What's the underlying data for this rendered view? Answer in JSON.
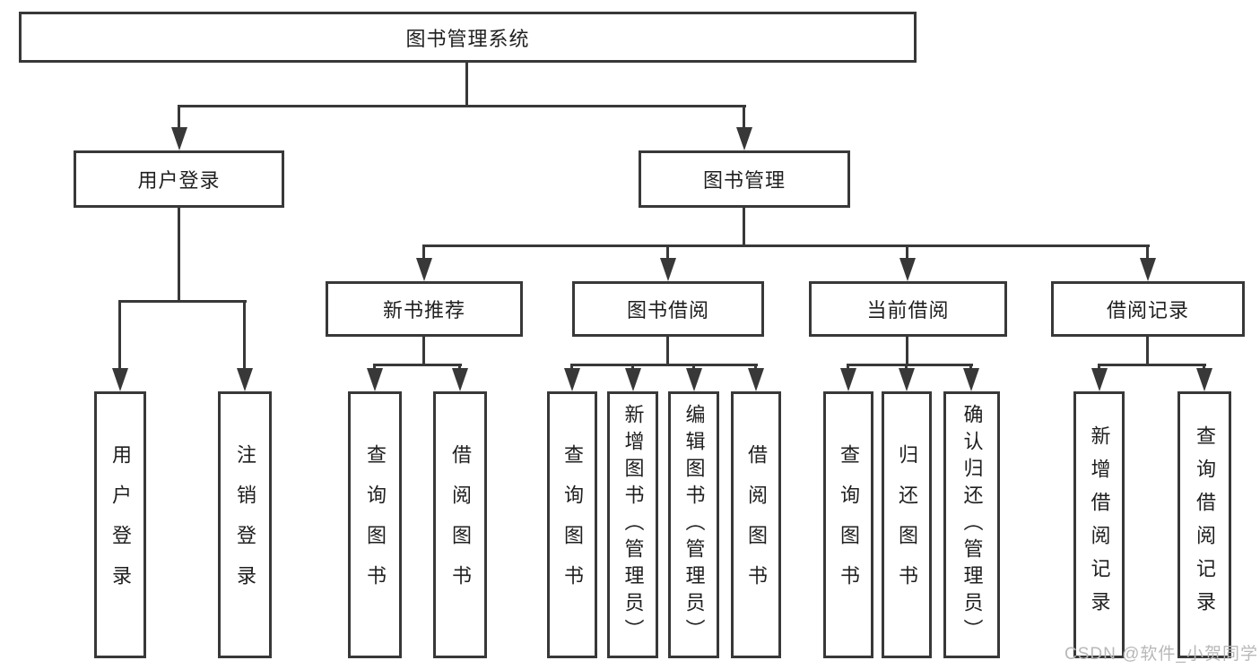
{
  "diagram": {
    "root": {
      "label": "图书管理系统"
    },
    "branches": [
      {
        "label": "用户登录",
        "children": [
          {
            "label": "用户登录"
          },
          {
            "label": "注销登录"
          }
        ]
      },
      {
        "label": "图书管理",
        "children": [
          {
            "label": "新书推荐",
            "children": [
              {
                "label": "查询图书"
              },
              {
                "label": "借阅图书"
              }
            ]
          },
          {
            "label": "图书借阅",
            "children": [
              {
                "label": "查询图书"
              },
              {
                "label": "新增图书（管理员）"
              },
              {
                "label": "编辑图书（管理员）"
              },
              {
                "label": "借阅图书"
              }
            ]
          },
          {
            "label": "当前借阅",
            "children": [
              {
                "label": "查询图书"
              },
              {
                "label": "归还图书"
              },
              {
                "label": "确认归还（管理员）"
              }
            ]
          },
          {
            "label": "借阅记录",
            "children": [
              {
                "label": "新增借阅记录"
              },
              {
                "label": "查询借阅记录"
              }
            ]
          }
        ]
      }
    ]
  },
  "watermark": {
    "text": "CSDN @软件_小贺同学"
  },
  "colors": {
    "line": "#383838",
    "text": "#1f1f1f",
    "watermark": "#b8b8b8",
    "bg": "#ffffff"
  }
}
